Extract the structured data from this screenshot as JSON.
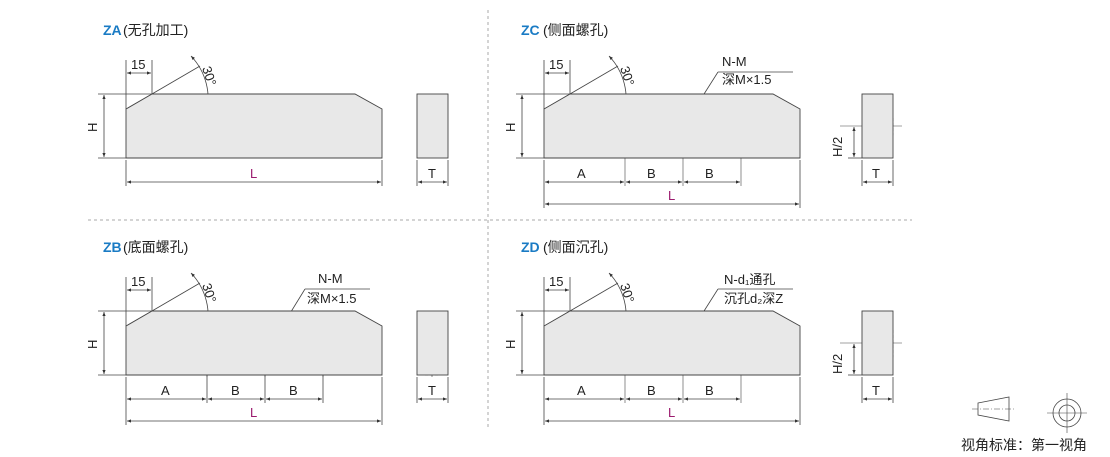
{
  "panels": [
    {
      "code": "ZA",
      "desc": "(无孔加工)",
      "dims": {
        "top": "15",
        "angle": "30°",
        "height": "H",
        "length": "L",
        "thickness": "T"
      }
    },
    {
      "code": "ZC",
      "desc": "(侧面螺孔)",
      "dims": {
        "top": "15",
        "angle": "30°",
        "height": "H",
        "length": "L",
        "thickness": "T",
        "a": "A",
        "b1": "B",
        "b2": "B",
        "half": "H/2"
      },
      "callout": [
        "N-M",
        "深M×1.5"
      ]
    },
    {
      "code": "ZB",
      "desc": "(底面螺孔)",
      "dims": {
        "top": "15",
        "angle": "30°",
        "height": "H",
        "length": "L",
        "thickness": "T",
        "a": "A",
        "b1": "B",
        "b2": "B"
      },
      "callout": [
        "N-M",
        "深M×1.5"
      ]
    },
    {
      "code": "ZD",
      "desc": "(侧面沉孔)",
      "dims": {
        "top": "15",
        "angle": "30°",
        "height": "H",
        "length": "L",
        "thickness": "T",
        "a": "A",
        "b1": "B",
        "b2": "B",
        "half": "H/2"
      },
      "callout": [
        "N-d₁通孔",
        "沉孔d₂深Z"
      ]
    }
  ],
  "projection": {
    "label": "视角标准：第一视角"
  },
  "colors": {
    "code": "#1a7bc4",
    "length_label": "#9b1b6e",
    "block_fill": "#e8e8e8"
  }
}
